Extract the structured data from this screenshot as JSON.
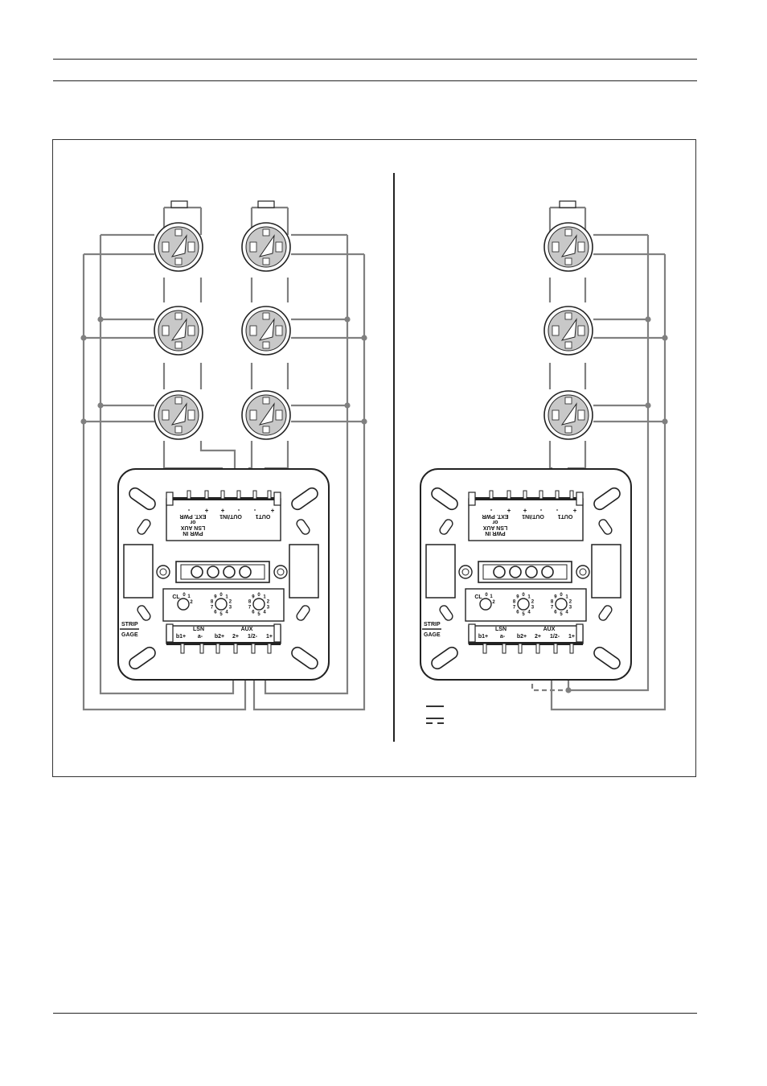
{
  "colors": {
    "wire": "#808080",
    "outline": "#222222",
    "detector_fill": "#c8c8c8",
    "legend": "#333333"
  },
  "icons": [
    "detector-base-icon",
    "interface-module-icon",
    "rotary-switch-icon",
    "terminal-block-icon"
  ],
  "panels": [
    {
      "module": {
        "top_block": {
          "group_labels": [
            "PWR IN",
            "LSN AUX",
            "or",
            "EXT. PWR",
            "OUT/IN1",
            "OUT1"
          ],
          "signs": [
            "-",
            "+",
            "+",
            "-",
            "-",
            "+"
          ]
        },
        "switch_labels": {
          "cl": "CL",
          "cl_nums": [
            "0",
            "1",
            "2"
          ],
          "dial": [
            "0",
            "1",
            "2",
            "3",
            "4",
            "5",
            "6",
            "7",
            "8",
            "9"
          ]
        },
        "bottom_block": {
          "group_titles": [
            "LSN",
            "AUX"
          ],
          "terminals": [
            "b1+",
            "a-",
            "b2+",
            "2+",
            "1/2-",
            "1+"
          ]
        },
        "strip": "STRIP",
        "gage": "GAGE"
      }
    },
    {
      "module": {
        "top_block": {
          "group_labels": [
            "PWR IN",
            "LSN AUX",
            "or",
            "EXT. PWR",
            "OUT/IN1",
            "OUT1"
          ],
          "signs": [
            "-",
            "+",
            "+",
            "-",
            "-",
            "+"
          ]
        },
        "switch_labels": {
          "cl": "CL",
          "cl_nums": [
            "0",
            "1",
            "2"
          ],
          "dial": [
            "0",
            "1",
            "2",
            "3",
            "4",
            "5",
            "6",
            "7",
            "8",
            "9"
          ]
        },
        "bottom_block": {
          "group_titles": [
            "LSN",
            "AUX"
          ],
          "terminals": [
            "b1+",
            "a-",
            "b2+",
            "2+",
            "1/2-",
            "1+"
          ]
        },
        "strip": "STRIP",
        "gage": "GAGE"
      }
    }
  ]
}
